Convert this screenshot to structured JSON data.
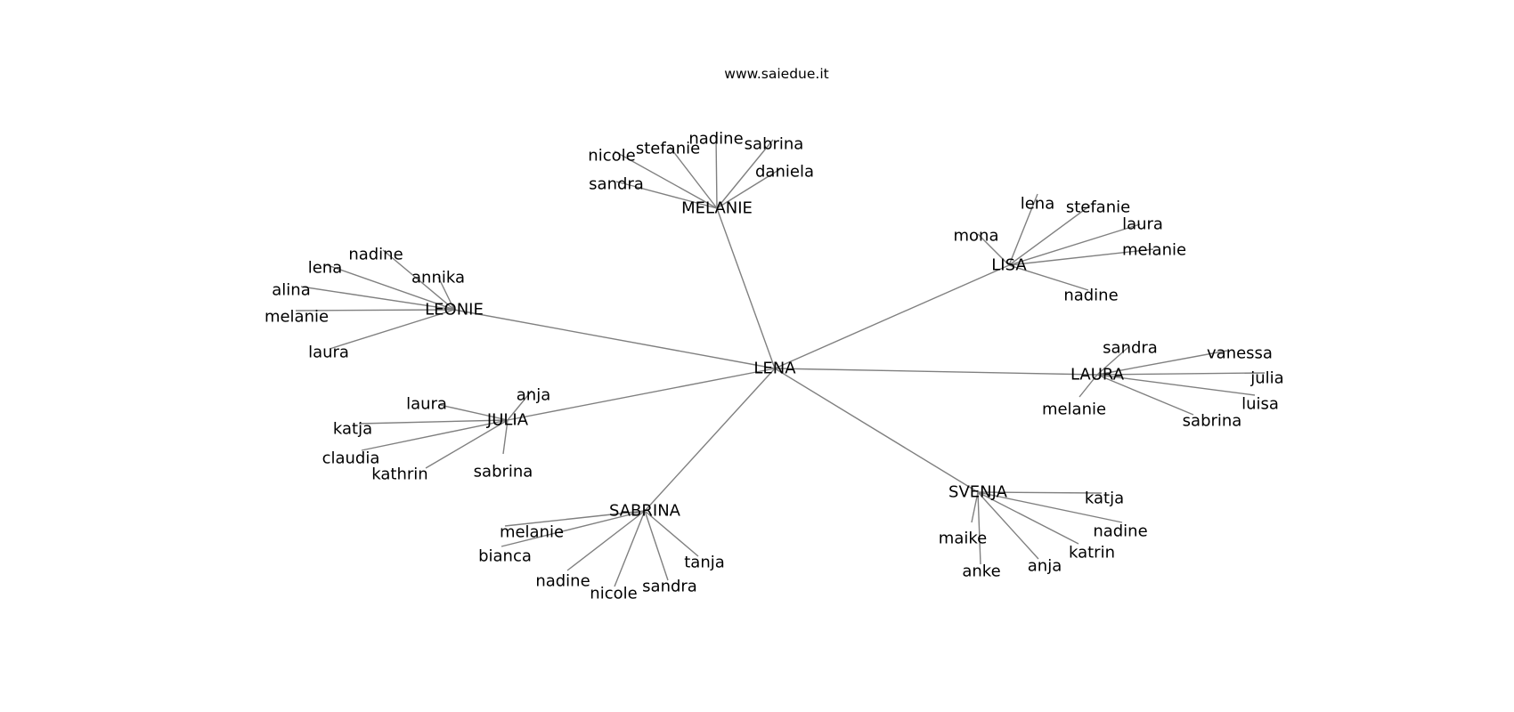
{
  "header": {
    "site": "www.saiedue.it"
  },
  "graph": {
    "center": "LENA",
    "hubs": [
      {
        "name": "MELANIE",
        "children": [
          "sandra",
          "nicole",
          "stefanie",
          "nadine",
          "sabrina",
          "daniela"
        ]
      },
      {
        "name": "LISA",
        "children": [
          "mona",
          "lena",
          "stefanie",
          "laura",
          "melanie",
          "nadine"
        ]
      },
      {
        "name": "LEONIE",
        "children": [
          "nadine",
          "lena",
          "annika",
          "alina",
          "melanie",
          "laura"
        ]
      },
      {
        "name": "LAURA",
        "children": [
          "sandra",
          "vanessa",
          "julia",
          "luisa",
          "sabrina",
          "melanie"
        ]
      },
      {
        "name": "JULIA",
        "children": [
          "anja",
          "laura",
          "katja",
          "claudia",
          "kathrin",
          "sabrina"
        ]
      },
      {
        "name": "SABRINA",
        "children": [
          "melanie",
          "bianca",
          "nadine",
          "nicole",
          "sandra",
          "tanja"
        ]
      },
      {
        "name": "SVENJA",
        "children": [
          "katja",
          "nadine",
          "katrin",
          "anja",
          "anke",
          "maike"
        ]
      }
    ]
  }
}
